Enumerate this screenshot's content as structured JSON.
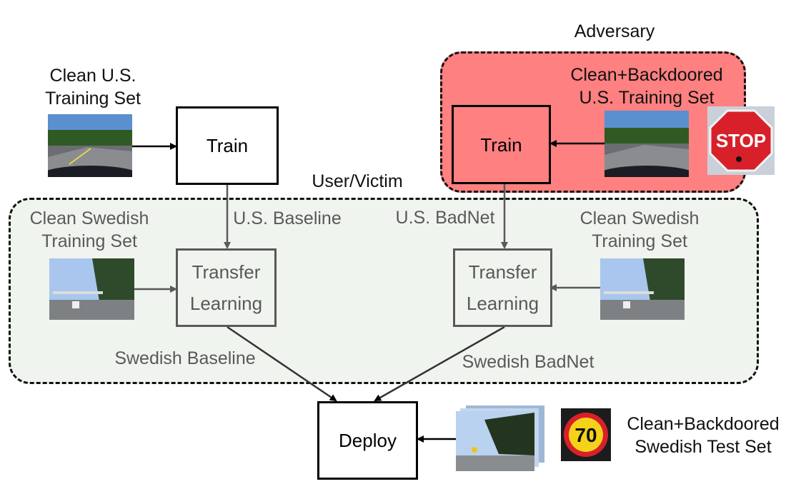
{
  "diagram": {
    "adversary_title": "Adversary",
    "user_victim_title": "User/Victim",
    "clean_us_set": "Clean U.S.\nTraining Set",
    "backdoored_us_set": "Clean+Backdoored\nU.S. Training Set",
    "train_left": "Train",
    "train_right": "Train",
    "us_baseline": "U.S. Baseline",
    "us_badnet": "U.S. BadNet",
    "clean_swedish_left": "Clean Swedish\nTraining Set",
    "clean_swedish_right": "Clean Swedish\nTraining Set",
    "transfer_left": "Transfer\nLearning",
    "transfer_right": "Transfer\nLearning",
    "swedish_baseline": "Swedish Baseline",
    "swedish_badnet": "Swedish BadNet",
    "deploy": "Deploy",
    "test_set": "Clean+Backdoored\nSwedish Test Set",
    "stop_sign_text": "STOP",
    "speed_sign_text": "70"
  },
  "colors": {
    "adversary_fill": "#ff8080",
    "user_region_fill": "#f0f4ee",
    "gray_text": "#595959",
    "stop_red": "#d8202a",
    "sign_yellow": "#f5d21a"
  }
}
